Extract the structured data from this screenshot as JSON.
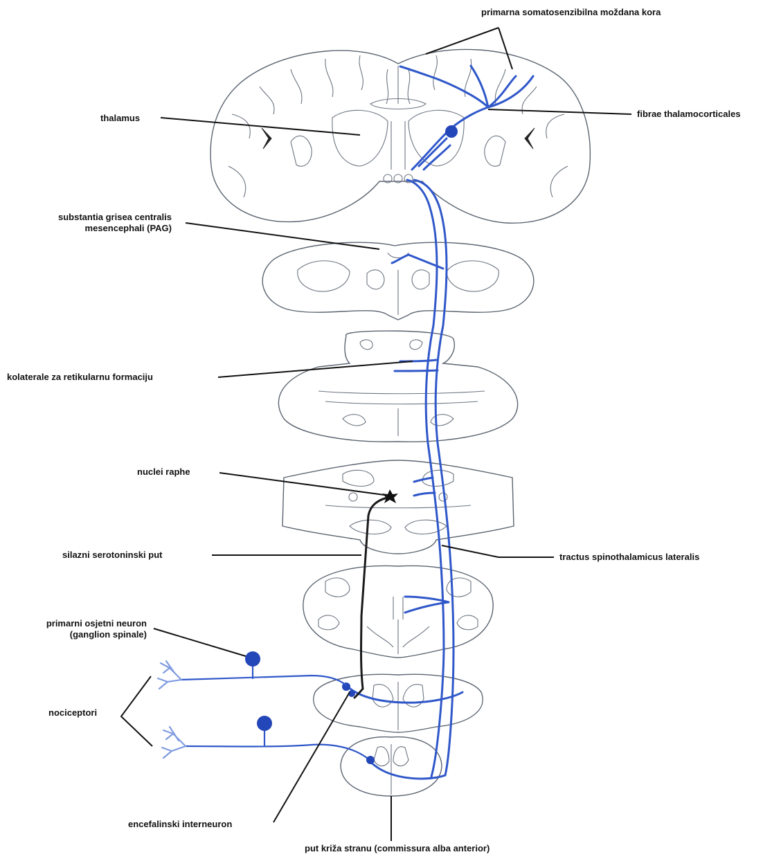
{
  "colors": {
    "pathway": "#2f57c9",
    "soma": "#2346b8",
    "serotonin": "#1a1a1a",
    "outline": "#5b6470",
    "text": "#111111"
  },
  "labels": {
    "cortex": "primarna somatosenzibilna moždana kora",
    "thalamus": "thalamus",
    "fibrae": "fibrae thalamocorticales",
    "pag_line1": "substantia grisea centralis",
    "pag_line2": "mesencephali (PAG)",
    "kolaterale": "kolaterale za retikularnu formaciju",
    "raphe": "nuclei raphe",
    "serotonin": "silazni serotoninski put",
    "tractus": "tractus spinothalamicus lateralis",
    "primary_line1": "primarni osjetni neuron",
    "primary_line2": "(ganglion spinale)",
    "nociceptori": "nociceptori",
    "interneuron": "encefalinski interneuron",
    "commissure": "put križa stranu (commissura alba anterior)"
  }
}
